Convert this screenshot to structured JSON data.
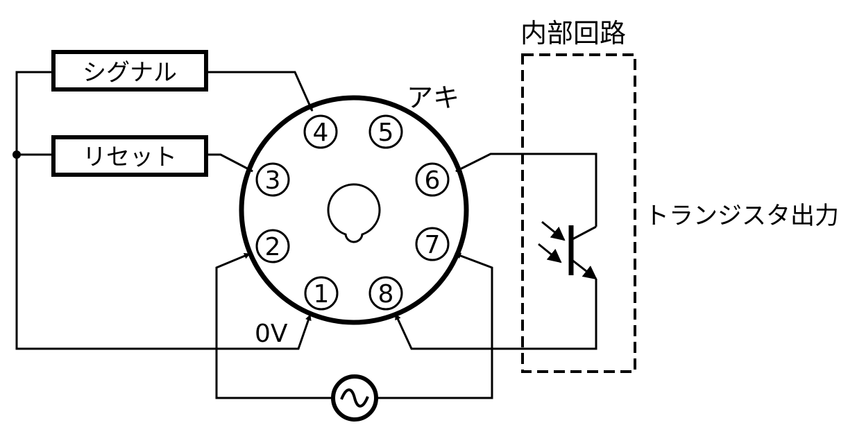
{
  "labels": {
    "signal": "シグナル",
    "reset": "リセット",
    "vacant": "アキ",
    "internal_circuit": "内部回路",
    "transistor_output": "トランジスタ出力",
    "zero_volt": "0V"
  },
  "pins": [
    "1",
    "2",
    "3",
    "4",
    "5",
    "6",
    "7",
    "8"
  ],
  "colors": {
    "line": "#000000",
    "background": "#ffffff"
  },
  "icons": {
    "ac_source": "ac-source-icon",
    "phototransistor": "phototransistor-icon"
  }
}
